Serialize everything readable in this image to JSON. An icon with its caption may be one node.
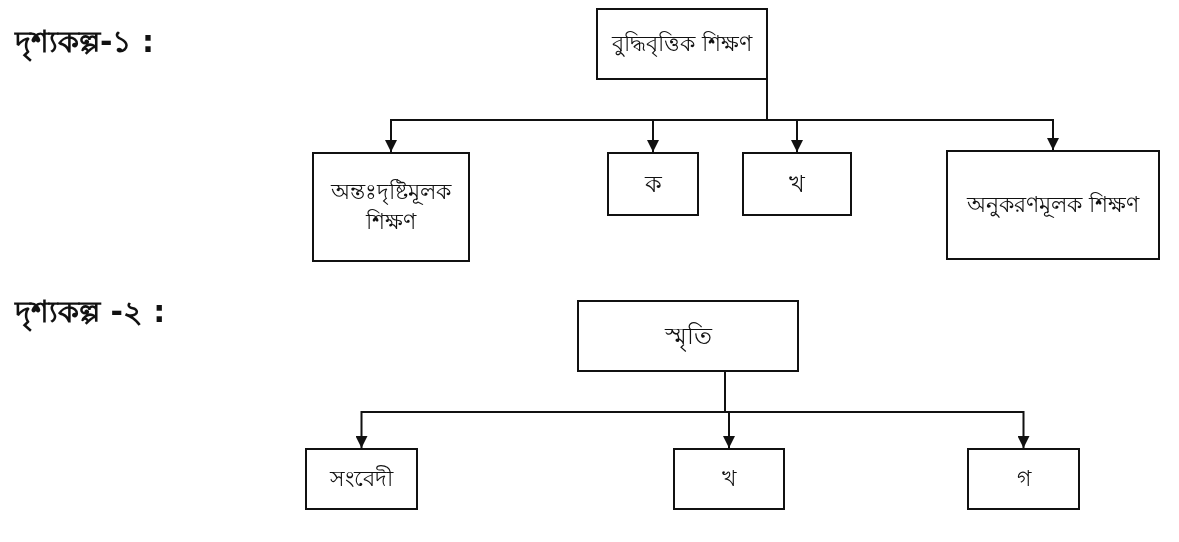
{
  "diagram": {
    "nodes": [
      {
        "text": [
          "বুদ্ধিবৃত্তিক শিক্ষণ"
        ]
      },
      {
        "text": [
          "অন্তঃদৃষ্টিমূলক শিক্ষণ"
        ]
      },
      {
        "text": [
          "ক"
        ]
      },
      {
        "text": [
          "খ"
        ]
      },
      {
        "text": [
          "অনুকরণমূলক শিক্ষণ"
        ]
      },
      {
        "text": [
          "স্মৃতি"
        ]
      },
      {
        "text": [
          "সংবেদী"
        ]
      },
      {
        "text": [
          "খ"
        ]
      },
      {
        "text": [
          "গ"
        ]
      }
    ],
    "edges": [
      {
        "from": 0,
        "to": 1,
        "arrow": "to"
      },
      {
        "from": 0,
        "to": 2,
        "arrow": "to"
      },
      {
        "from": 0,
        "to": 3,
        "arrow": "to"
      },
      {
        "from": 0,
        "to": 4,
        "arrow": "to"
      },
      {
        "from": 5,
        "to": 6,
        "arrow": "to"
      },
      {
        "from": 5,
        "to": 7,
        "arrow": "to"
      },
      {
        "from": 5,
        "to": 8,
        "arrow": "to"
      }
    ],
    "labels": [
      "দৃশ্যকল্প-১ :",
      "দৃশ্যকল্প -২ :"
    ]
  }
}
